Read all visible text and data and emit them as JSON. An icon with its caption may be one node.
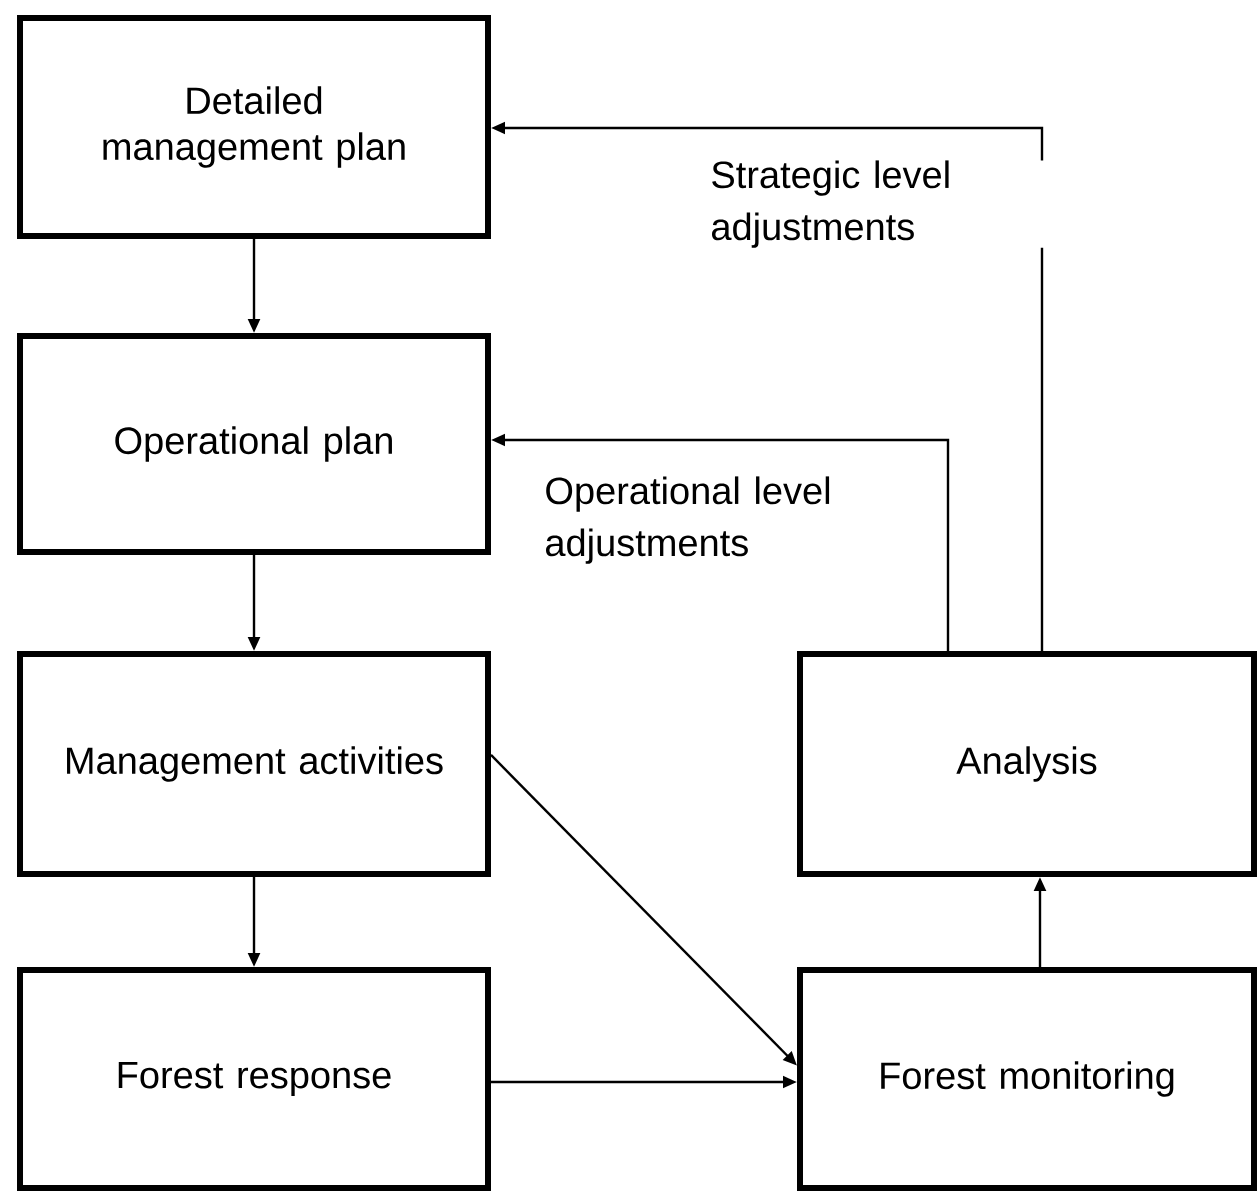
{
  "diagram": {
    "nodes": [
      {
        "text": [
          "Detailed management plan"
        ]
      },
      {
        "text": [
          "Operational plan"
        ]
      },
      {
        "text": [
          "Management activities"
        ]
      },
      {
        "text": [
          "Forest response"
        ]
      },
      {
        "text": [
          "Analysis"
        ]
      },
      {
        "text": [
          "Forest monitoring"
        ]
      }
    ],
    "edges": [
      {
        "from": 0,
        "to": 1,
        "arrow": "to"
      },
      {
        "from": 1,
        "to": 2,
        "arrow": "to"
      },
      {
        "from": 2,
        "to": 3,
        "arrow": "to"
      },
      {
        "from": 2,
        "to": 5,
        "arrow": "to"
      },
      {
        "from": 3,
        "to": 5,
        "arrow": "to"
      },
      {
        "from": 5,
        "to": 4,
        "arrow": "to"
      },
      {
        "from": 4,
        "to": 0,
        "arrow": "to",
        "label": "Strategic level adjustments"
      },
      {
        "from": 4,
        "to": 1,
        "arrow": "to",
        "label": "Operational level adjustments"
      }
    ]
  }
}
